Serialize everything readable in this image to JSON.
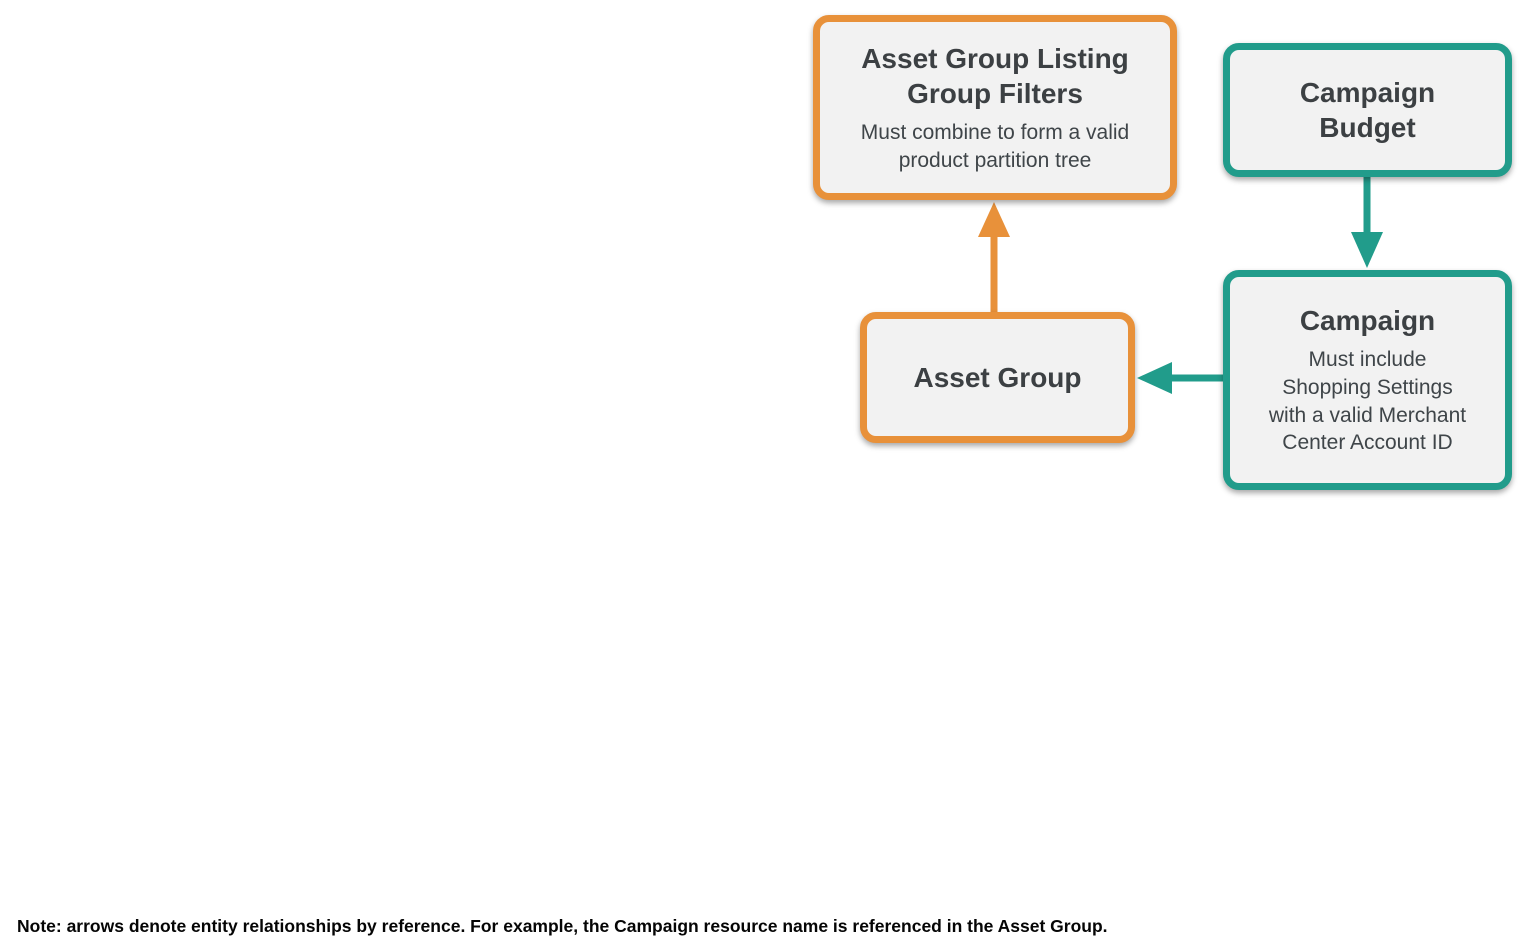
{
  "colors": {
    "orange": "#E8913A",
    "teal": "#219C8B",
    "box_fill": "#F2F2F2",
    "title_color": "#3C4043",
    "subtitle_color": "#3F4549",
    "note_color": "#050505"
  },
  "diagram": {
    "nodes": {
      "listing_filters": {
        "title": "Asset Group Listing\nGroup Filters",
        "subtitle": "Must combine to form a valid\nproduct partition tree",
        "accent": "orange"
      },
      "campaign_budget": {
        "title": "Campaign\nBudget",
        "subtitle": "",
        "accent": "teal"
      },
      "campaign": {
        "title": "Campaign",
        "subtitle": "Must include\nShopping Settings\nwith a valid Merchant\nCenter Account ID",
        "accent": "teal"
      },
      "asset_group": {
        "title": "Asset Group",
        "subtitle": "",
        "accent": "orange"
      }
    },
    "edges": [
      {
        "from": "asset_group",
        "to": "listing_filters",
        "direction": "up",
        "color": "orange"
      },
      {
        "from": "campaign_budget",
        "to": "campaign",
        "direction": "down",
        "color": "teal"
      },
      {
        "from": "campaign",
        "to": "asset_group",
        "direction": "left",
        "color": "teal"
      }
    ]
  },
  "note": "Note: arrows denote entity relationships by reference. For example, the Campaign resource name is referenced in the Asset Group."
}
